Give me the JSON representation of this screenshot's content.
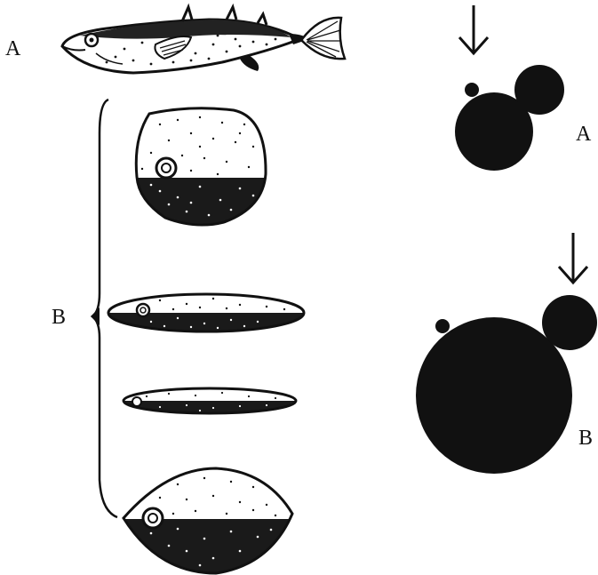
{
  "labels": {
    "left_a": "A",
    "left_b": "B",
    "right_a": "A",
    "right_b": "B"
  },
  "colors": {
    "ink": "#111111",
    "paper": "#ffffff"
  }
}
